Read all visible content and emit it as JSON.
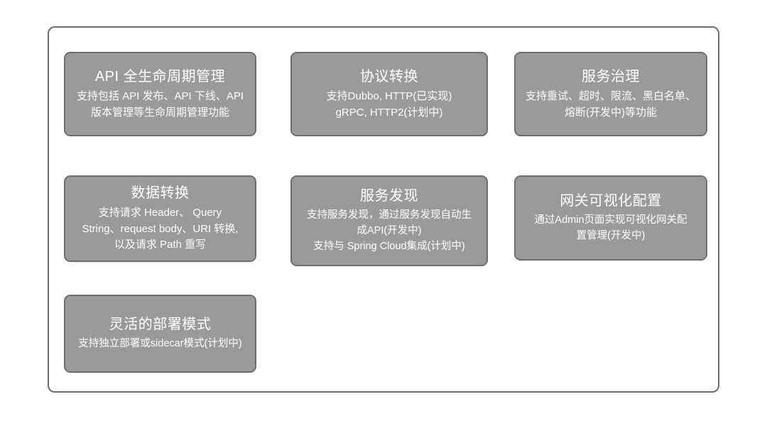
{
  "diagram": {
    "frame_border_color": "#6e6e6e",
    "card_fill_color": "#9a9a9a",
    "card_border_color": "#6e6e6e",
    "card_text_color": "#ffffff",
    "background_color": "#ffffff",
    "cards": [
      {
        "id": "api-lifecycle",
        "title": "API 全生命周期管理",
        "desc_lines": [
          "支持包括 API 发布、API 下线、API",
          "版本管理等生命周期管理功能"
        ]
      },
      {
        "id": "protocol",
        "title": "协议转换",
        "desc_lines": [
          "支持Dubbo, HTTP(已实现)",
          "gRPC, HTTP2(计划中)"
        ]
      },
      {
        "id": "governance",
        "title": "服务治理",
        "desc_lines": [
          "支持重试、超时、限流、黑白名单、",
          "熔断(开发中)等功能"
        ]
      },
      {
        "id": "data-transform",
        "title": "数据转换",
        "desc_lines": [
          "支持请求 Header、 Query",
          "String、request body、URI 转换,",
          "以及请求 Path 重写"
        ]
      },
      {
        "id": "discovery",
        "title": "服务发现",
        "desc_lines": [
          "支持服务发现，通过服务发现自动生",
          "成API(开发中)",
          "支持与 Spring Cloud集成(计划中)"
        ]
      },
      {
        "id": "gateway-config",
        "title": "网关可视化配置",
        "desc_lines": [
          "通过Admin页面实现可视化网关配",
          "置管理(开发中)"
        ]
      },
      {
        "id": "deploy-mode",
        "title": "灵活的部署模式",
        "desc_lines": [
          "支持独立部署或sidecar模式(计划中)"
        ]
      }
    ]
  }
}
